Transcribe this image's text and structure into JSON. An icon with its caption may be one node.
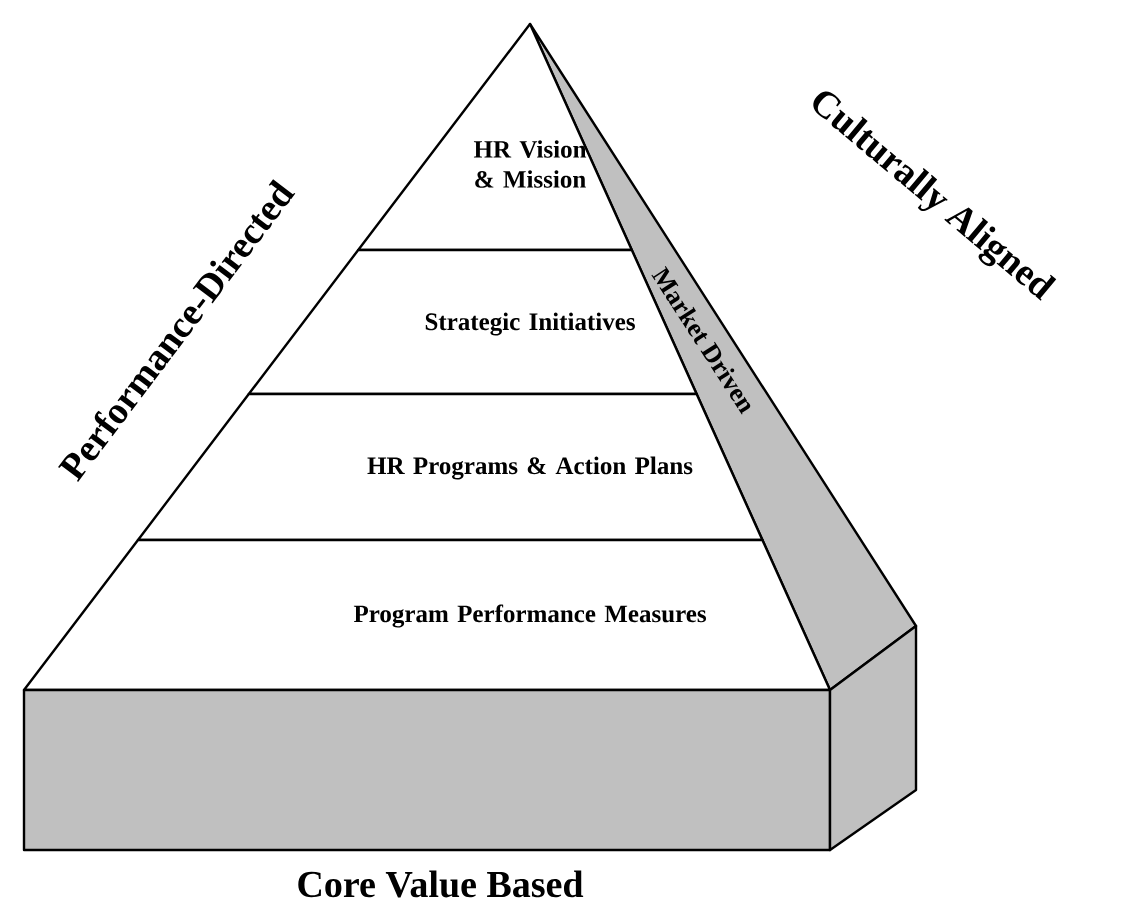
{
  "diagram": {
    "nodes": [
      {
        "text": [
          "HR Vision & Mission"
        ]
      },
      {
        "text": [
          "Strategic Initiatives"
        ]
      },
      {
        "text": [
          "HR Programs & Action Plans"
        ]
      },
      {
        "text": [
          "Program Performance Measures"
        ]
      },
      {
        "text": [
          "Market Driven"
        ]
      },
      {
        "text": [
          "Core Value Based"
        ]
      }
    ],
    "labels": [
      "Performance-Directed",
      "Culturally Aligned"
    ]
  }
}
